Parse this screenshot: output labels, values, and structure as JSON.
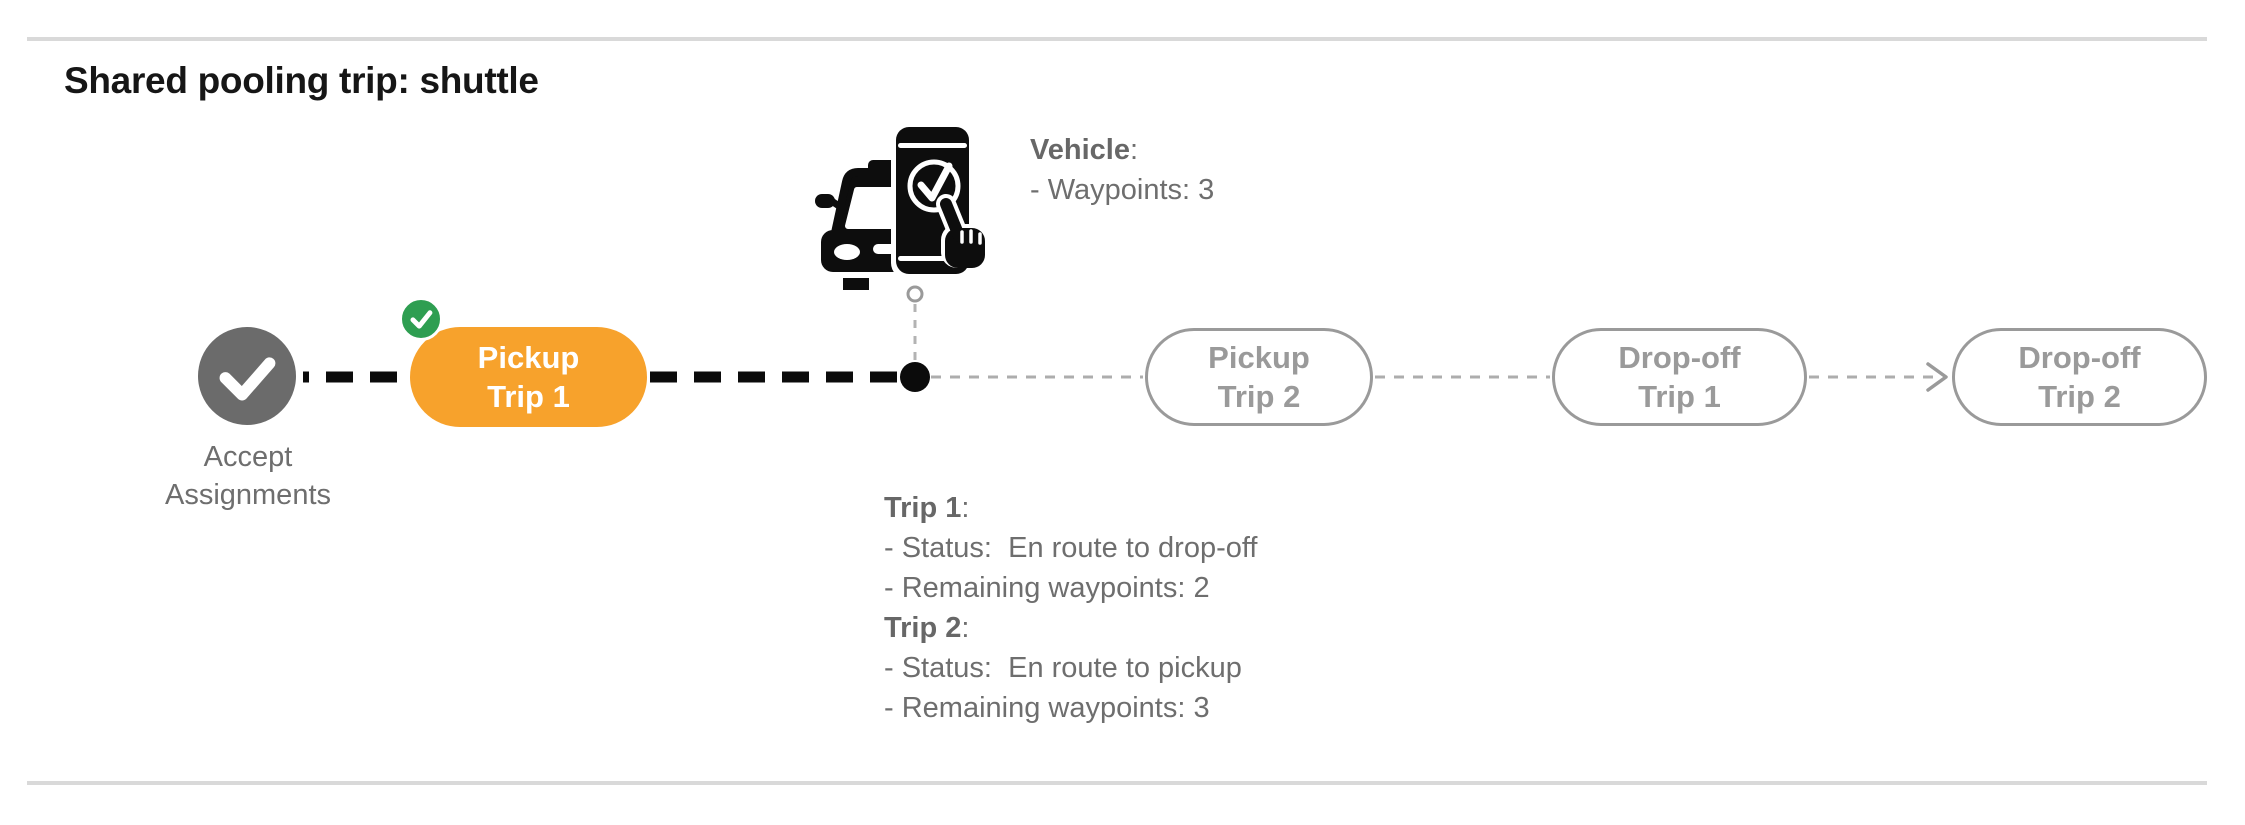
{
  "page": {
    "title": "Shared pooling trip: shuttle"
  },
  "colors": {
    "accent_orange": "#F7A22C",
    "success_green": "#2E9E51",
    "accept_circle_gray": "#6B6B6B",
    "pending_gray": "#9A9A9A",
    "info_text_gray": "#6E6E6E",
    "connector_black": "#0B0B0B",
    "connector_gray": "#ADADAD",
    "divider_gray": "#D9D9D9"
  },
  "icons": {
    "accept": "check-circle-icon",
    "completed_badge": "check-badge-icon",
    "vehicle": "car-phone-tap-check-icon",
    "current_position": "filled-dot",
    "vehicle_anchor": "small-ring",
    "next_connector": "dashed-arrow"
  },
  "timeline": {
    "accept_node": {
      "label": "Accept\nAssignments"
    },
    "nodes": [
      {
        "label": "Pickup\nTrip 1",
        "state": "active-completed"
      },
      {
        "label": "Pickup\nTrip 2",
        "state": "pending"
      },
      {
        "label": "Drop-off\nTrip 1",
        "state": "pending"
      },
      {
        "label": "Drop-off\nTrip 2",
        "state": "pending"
      }
    ]
  },
  "vehicle_info": {
    "label_bold": "Vehicle",
    "label_suffix": ":",
    "lines": [
      "- Waypoints: 3"
    ]
  },
  "trip_info": {
    "sections": [
      {
        "label_bold": "Trip 1",
        "label_suffix": ":",
        "lines": [
          "- Status:  En route to drop-off",
          "- Remaining waypoints: 2"
        ]
      },
      {
        "label_bold": "Trip 2",
        "label_suffix": ":",
        "lines": [
          "- Status:  En route to pickup",
          "- Remaining waypoints: 3"
        ]
      }
    ]
  }
}
